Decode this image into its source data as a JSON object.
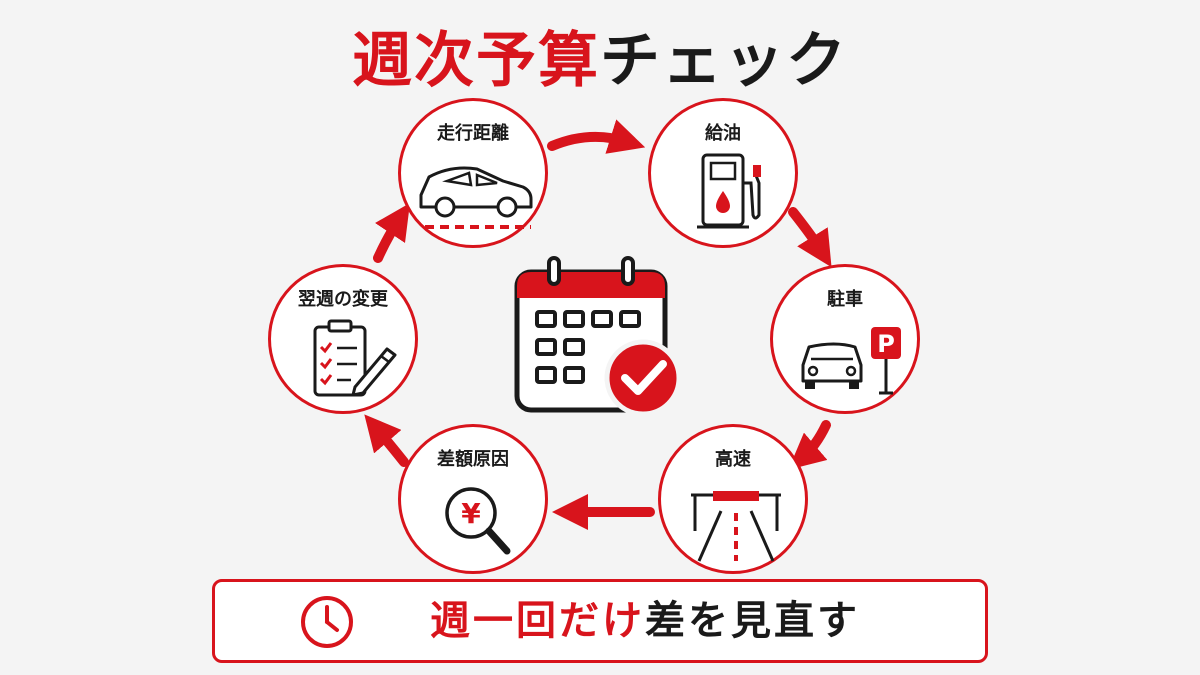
{
  "title": {
    "highlight": "週次予算",
    "rest": "チェック"
  },
  "cycle": [
    {
      "label": "走行距離",
      "icon": "car-icon"
    },
    {
      "label": "給油",
      "icon": "fuel-pump-icon"
    },
    {
      "label": "駐車",
      "icon": "parking-icon"
    },
    {
      "label": "高速",
      "icon": "highway-icon"
    },
    {
      "label": "差額原因",
      "icon": "yen-magnifier-icon"
    },
    {
      "label": "翌週の変更",
      "icon": "clipboard-pencil-icon"
    }
  ],
  "center": {
    "icon": "calendar-check-icon"
  },
  "parking_sign": "P",
  "yen_symbol": "¥",
  "footer": {
    "icon": "clock-icon",
    "highlight": "週一回だけ",
    "rest": "差を見直す"
  },
  "colors": {
    "accent": "#d8141c",
    "ink": "#1a1a1a",
    "background": "#f4f4f4"
  }
}
